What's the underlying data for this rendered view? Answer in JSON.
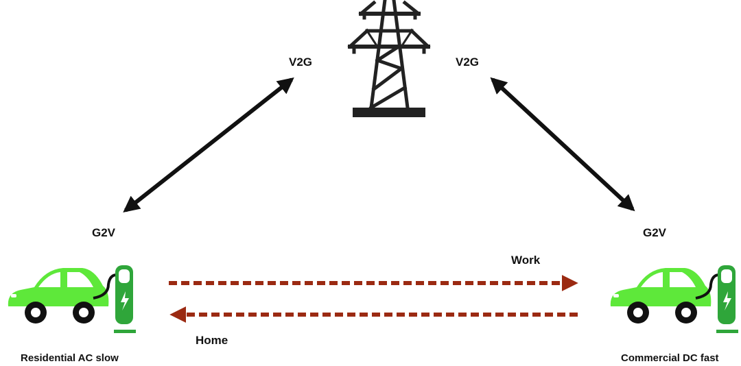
{
  "diagram": {
    "grid": {
      "label": "power-grid tower"
    },
    "labels": {
      "v2g_left": "V2G",
      "v2g_right": "V2G",
      "g2v_left": "G2V",
      "g2v_right": "G2V",
      "work": "Work",
      "home": "Home"
    },
    "stations": {
      "residential": "Residential AC slow",
      "commercial": "Commercial DC fast"
    },
    "colors": {
      "car_green": "#5ee83a",
      "charger_green": "#2fa63a",
      "arrow_black": "#111111",
      "trip_arrow": "#9b2a12"
    }
  }
}
